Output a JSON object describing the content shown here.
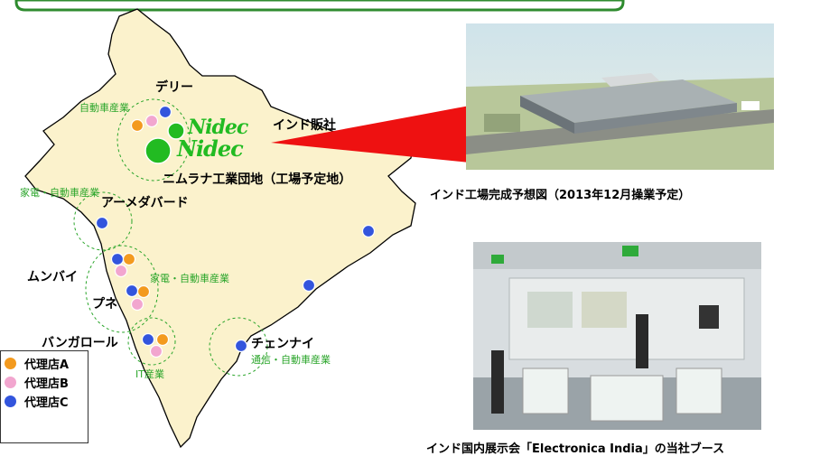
{
  "colors": {
    "agent_a": "#f39a1e",
    "agent_b": "#f2a6cf",
    "agent_c": "#3355dd",
    "nidec_green": "#22bb22",
    "industry_green": "#2aa52a",
    "map_fill": "#fbf2cc",
    "arrow_red": "#ee1111"
  },
  "cities": {
    "delhi": "デリー",
    "ahmedabad": "アーメダバード",
    "mumbai": "ムンバイ",
    "pune": "プネ",
    "bangalore": "バンガロール",
    "chennai": "チェンナイ"
  },
  "sites": {
    "sales_office": "インド販社",
    "neemrana": "ニムラナ工業団地（工場予定地）",
    "logo": "Nidec"
  },
  "industries": {
    "delhi": "自動車産業",
    "ahmedabad": "家電・自動車産業",
    "mumbai_pune": "家電・自動車産業",
    "bangalore": "IT産業",
    "chennai": "通信・自動車産業"
  },
  "captions": {
    "factory": "インド工場完成予想図（2013年12月操業予定）",
    "expo": "インド国内展示会「Electronica India」の当社ブース"
  },
  "legend": [
    {
      "label": "代理店A",
      "color": "#f39a1e"
    },
    {
      "label": "代理店B",
      "color": "#f2a6cf"
    },
    {
      "label": "代理店C",
      "color": "#3355dd"
    }
  ]
}
